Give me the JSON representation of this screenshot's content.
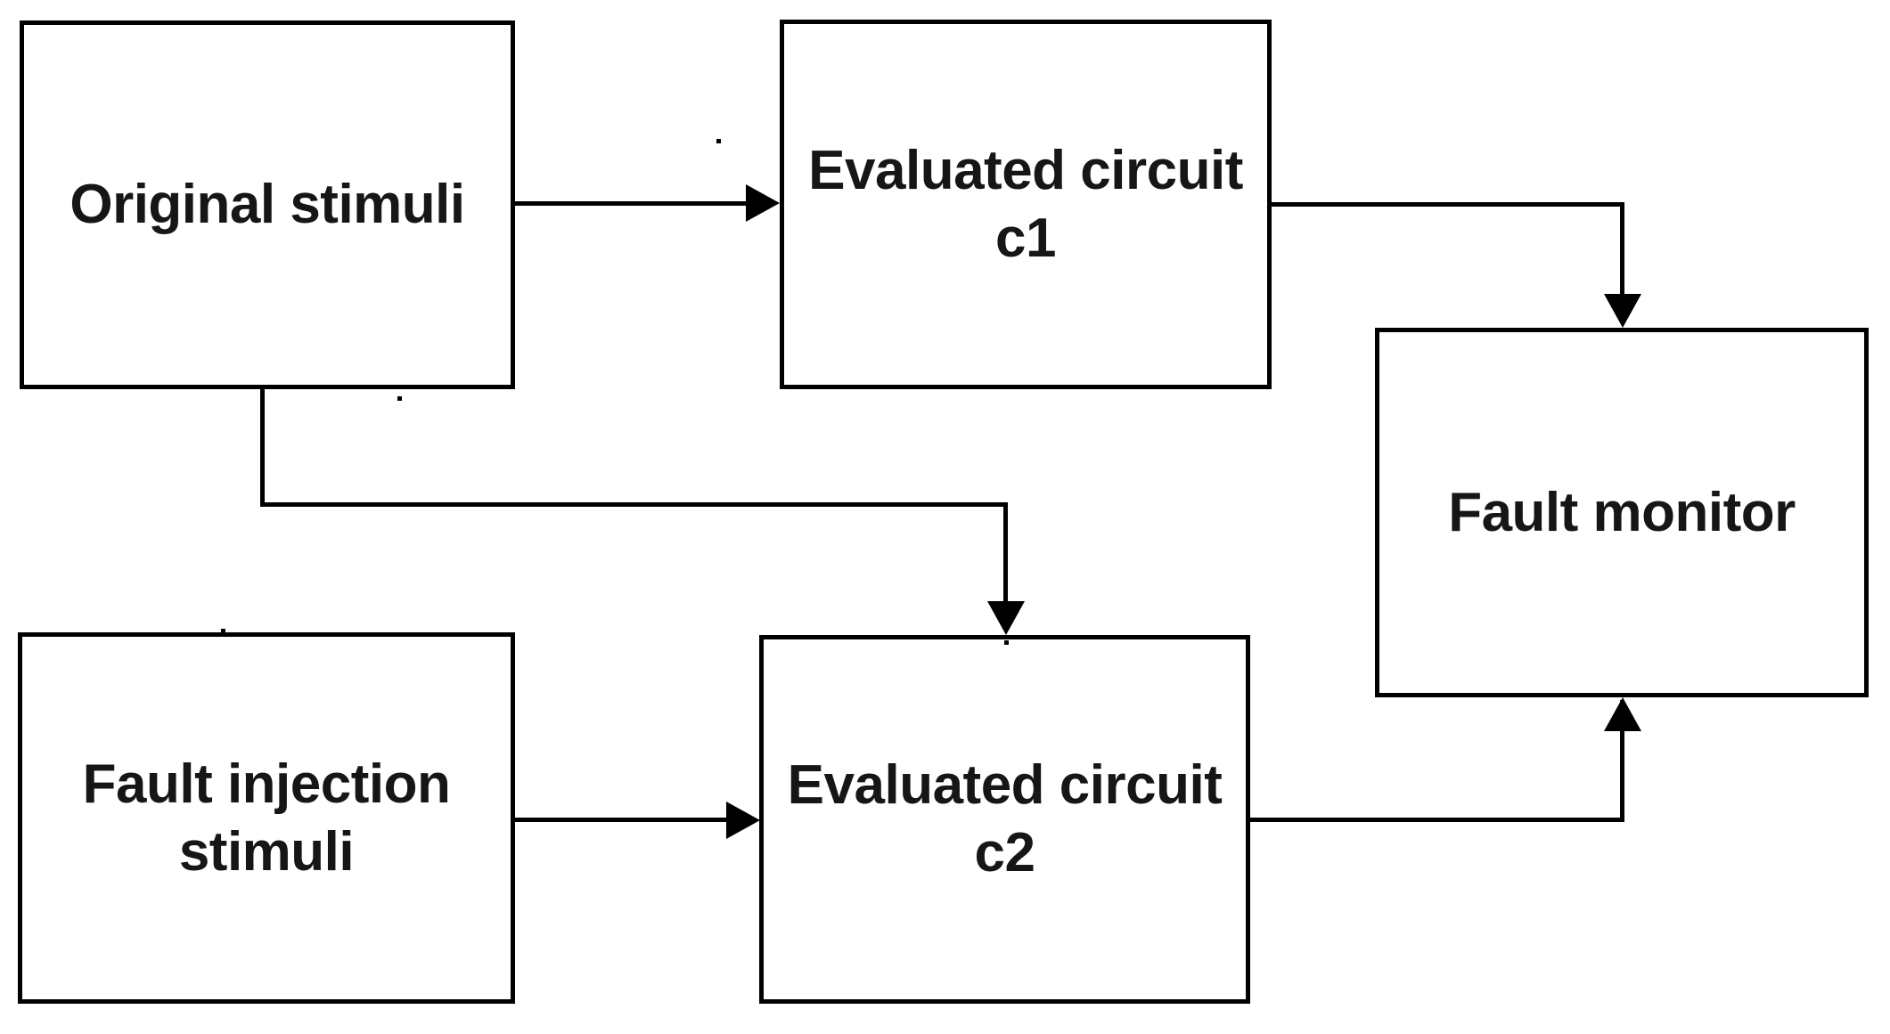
{
  "diagram": {
    "background": "#ffffff",
    "line_color": "#000000",
    "text_color": "#161616",
    "nodes": {
      "original_stimuli": {
        "lines": [
          "Original stimuli"
        ]
      },
      "evaluated_c1": {
        "lines": [
          "Evaluated circuit",
          "c1"
        ]
      },
      "fault_monitor": {
        "lines": [
          "Fault monitor"
        ]
      },
      "fault_injection": {
        "lines": [
          "Fault injection",
          "stimuli"
        ]
      },
      "evaluated_c2": {
        "lines": [
          "Evaluated circuit",
          "c2"
        ]
      }
    },
    "edges": [
      {
        "from": "Original stimuli",
        "to": "Evaluated circuit c1"
      },
      {
        "from": "Evaluated circuit c1",
        "to": "Fault monitor"
      },
      {
        "from": "Original stimuli",
        "to": "Evaluated circuit c2"
      },
      {
        "from": "Fault injection stimuli",
        "to": "Evaluated circuit c2"
      },
      {
        "from": "Evaluated circuit c2",
        "to": "Fault monitor"
      }
    ]
  }
}
